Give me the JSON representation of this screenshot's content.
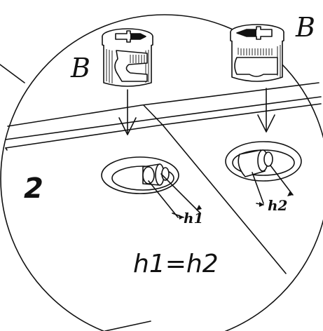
{
  "labels": {
    "cam_left": "B",
    "cam_right": "B",
    "step": "2",
    "h1": "h1",
    "h2": "h2",
    "equation": "h1=h2"
  },
  "icons": {
    "cam_left": "cam-lock-fitting-icon",
    "cam_right": "cam-lock-fitting-icon",
    "dowel_left": "cam-dowel-icon",
    "dowel_right": "cam-dowel-icon"
  }
}
